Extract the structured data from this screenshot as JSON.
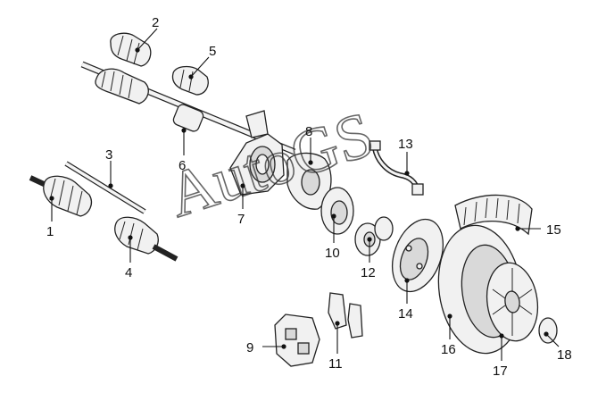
{
  "diagram": {
    "callouts": [
      {
        "id": "1",
        "label": "1"
      },
      {
        "id": "2",
        "label": "2"
      },
      {
        "id": "3",
        "label": "3"
      },
      {
        "id": "4",
        "label": "4"
      },
      {
        "id": "5",
        "label": "5"
      },
      {
        "id": "6",
        "label": "6"
      },
      {
        "id": "7",
        "label": "7"
      },
      {
        "id": "8",
        "label": "8"
      },
      {
        "id": "9",
        "label": "9"
      },
      {
        "id": "10",
        "label": "10"
      },
      {
        "id": "11",
        "label": "11"
      },
      {
        "id": "12",
        "label": "12"
      },
      {
        "id": "13",
        "label": "13"
      },
      {
        "id": "14",
        "label": "14"
      },
      {
        "id": "15",
        "label": "15"
      },
      {
        "id": "16",
        "label": "16"
      },
      {
        "id": "17",
        "label": "17"
      },
      {
        "id": "18",
        "label": "18"
      }
    ],
    "watermark_text": "AutoGS"
  }
}
